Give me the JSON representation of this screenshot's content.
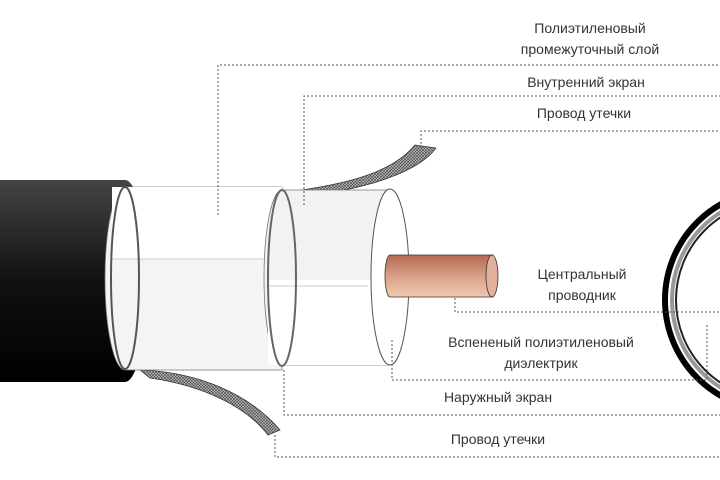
{
  "title": "Коаксиальный кабель",
  "labels": {
    "poly_layer_1": "Полиэтиленовый",
    "poly_layer_2": "промежуточный слой",
    "inner_screen": "Внутренний экран",
    "drain_wire_top": "Провод утечки",
    "center_1": "Центральный",
    "center_2": "проводник",
    "dielectric_1": "Вспененый полиэтиленовый",
    "dielectric_2": "диэлектрик",
    "outer_screen": "Наружный экран",
    "drain_wire_bottom": "Провод утечки"
  },
  "colors": {
    "jacket": "#111111",
    "copper": "#c98a6e",
    "leader": "#555555"
  }
}
